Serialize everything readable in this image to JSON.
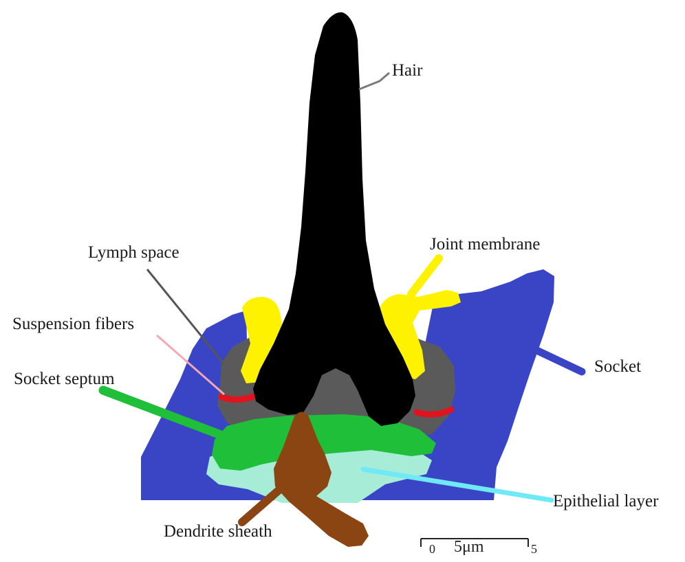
{
  "labels": {
    "hair": "Hair",
    "lymph_space": "Lymph space",
    "joint_membrane": "Joint membrane",
    "suspension_fibers": "Suspension fibers",
    "socket": "Socket",
    "socket_septum": "Socket septum",
    "epithelial_layer": "Epithelial layer",
    "dendrite_sheath": "Dendrite sheath"
  },
  "scale_bar": {
    "label": "5μm",
    "left_tick": "0",
    "right_tick": "5"
  },
  "colors": {
    "hair": "#000000",
    "socket": "#3a45c6",
    "lymph_space": "#5a5a5a",
    "joint_membrane": "#fff200",
    "suspension_fibers": "#e0141e",
    "socket_septum": "#1fbf3a",
    "epithelial_layer": "#a6ecd6",
    "dendrite_sheath": "#8b4513",
    "leader_epithelial": "#6ee9f5",
    "leader_suspension": "#f4a8b4",
    "leader_hair": "#7a7a7a"
  }
}
